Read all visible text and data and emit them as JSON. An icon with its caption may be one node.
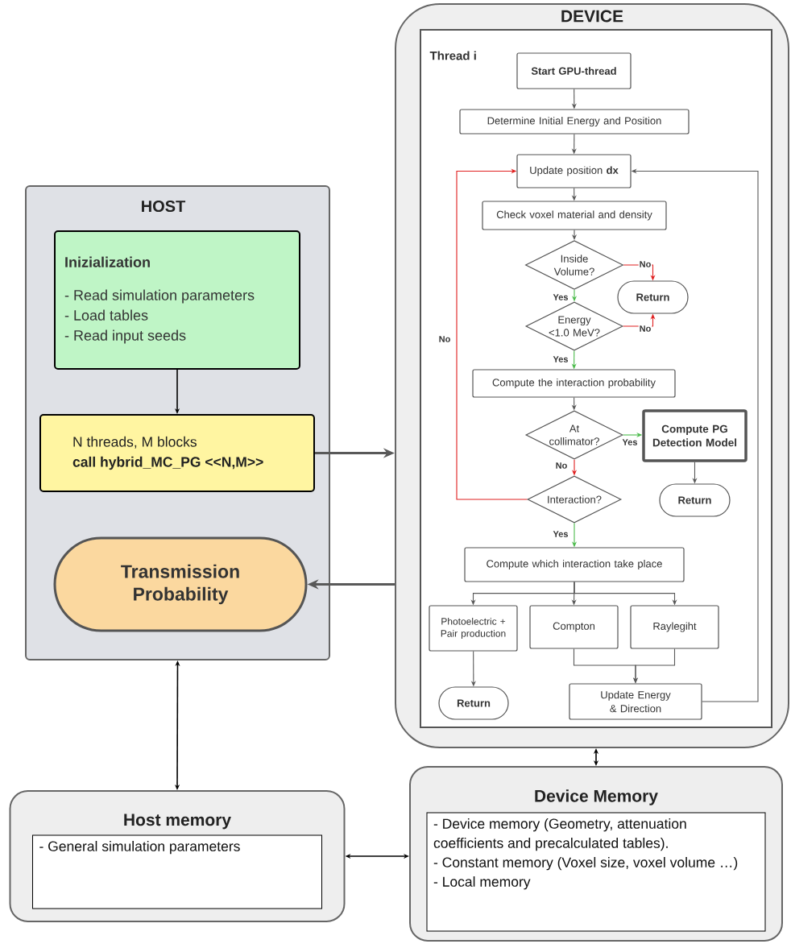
{
  "diagram": {
    "nodes": [
      {
        "text": [
          "HOST"
        ]
      },
      {
        "text": [
          "Inizialization",
          "- Read simulation parameters",
          "- Load tables",
          "- Read input seeds"
        ],
        "in": 0
      },
      {
        "text": [
          "N threads, M blocks",
          "call hybrid_MC_PG <<N,M>>"
        ],
        "in": 0
      },
      {
        "text": [
          "Transmission Probability"
        ],
        "in": 0
      },
      {
        "text": [
          "DEVICE"
        ]
      },
      {
        "text": [
          "Thread i"
        ],
        "in": 4
      },
      {
        "text": [
          "Start GPU-thread"
        ],
        "in": 5
      },
      {
        "text": [
          "Determine Initial Energy and Position"
        ],
        "in": 5
      },
      {
        "text": [
          "Update position **dx**"
        ],
        "in": 5
      },
      {
        "text": [
          "Check voxel material and density"
        ],
        "in": 5
      },
      {
        "text": [
          "Inside Volume?"
        ],
        "in": 5
      },
      {
        "text": [
          "Return"
        ],
        "in": 5
      },
      {
        "text": [
          "Energy <1.0 MeV?"
        ],
        "in": 5
      },
      {
        "text": [
          "Compute the interaction probability"
        ],
        "in": 5
      },
      {
        "text": [
          "At collimator?"
        ],
        "in": 5
      },
      {
        "text": [
          "Compute PG Detection Model"
        ],
        "in": 5
      },
      {
        "text": [
          "Return"
        ],
        "in": 5
      },
      {
        "text": [
          "Interaction?"
        ],
        "in": 5
      },
      {
        "text": [
          "Compute which interaction take place"
        ],
        "in": 5
      },
      {
        "text": [
          "Photoelectric + Pair production"
        ],
        "in": 5
      },
      {
        "text": [
          "Compton"
        ],
        "in": 5
      },
      {
        "text": [
          "Raylegiht"
        ],
        "in": 5
      },
      {
        "text": [
          "Return"
        ],
        "in": 5
      },
      {
        "text": [
          "Update Energy & Direction"
        ],
        "in": 5
      },
      {
        "text": [
          "Host memory"
        ]
      },
      {
        "text": [
          "- General simulation parameters"
        ],
        "in": 24
      },
      {
        "text": [
          "Device Memory"
        ]
      },
      {
        "text": [
          "- Device memory (Geometry, attenuation coefficients and precalculated tables).",
          "- Constant memory (Voxel size, voxel volume …)",
          "- Local memory"
        ],
        "in": 26
      }
    ],
    "edges": [
      {
        "from": 1,
        "to": 2,
        "arrow": "to",
        "color": "#000000"
      },
      {
        "from": 2,
        "to": 4,
        "arrow": "to",
        "style": "thick"
      },
      {
        "from": 4,
        "to": 3,
        "arrow": "to",
        "style": "thick"
      },
      {
        "from": 0,
        "to": 24,
        "arrow": "both",
        "color": "#000000"
      },
      {
        "from": 4,
        "to": 26,
        "arrow": "both",
        "color": "#000000"
      },
      {
        "from": 24,
        "to": 26,
        "arrow": "both",
        "color": "#000000"
      },
      {
        "from": 6,
        "to": 7,
        "arrow": "to"
      },
      {
        "from": 7,
        "to": 8,
        "arrow": "to"
      },
      {
        "from": 8,
        "to": 9,
        "arrow": "to"
      },
      {
        "from": 9,
        "to": 10,
        "arrow": "to"
      },
      {
        "from": 10,
        "to": 11,
        "arrow": "to",
        "label": "No",
        "color": "#e02020"
      },
      {
        "from": 10,
        "to": 12,
        "arrow": "to",
        "label": "Yes",
        "color": "#4cbb4c"
      },
      {
        "from": 12,
        "to": 11,
        "arrow": "to",
        "label": "No",
        "color": "#e02020"
      },
      {
        "from": 12,
        "to": 13,
        "arrow": "to",
        "label": "Yes",
        "color": "#4cbb4c"
      },
      {
        "from": 13,
        "to": 14,
        "arrow": "to"
      },
      {
        "from": 14,
        "to": 15,
        "arrow": "to",
        "label": "Yes",
        "color": "#4cbb4c"
      },
      {
        "from": 14,
        "to": 17,
        "arrow": "to",
        "label": "No",
        "color": "#e02020"
      },
      {
        "from": 17,
        "to": 8,
        "arrow": "to",
        "label": "No",
        "color": "#e02020"
      },
      {
        "from": 17,
        "to": 18,
        "arrow": "to",
        "label": "Yes",
        "color": "#4cbb4c"
      },
      {
        "from": 18,
        "to": 19,
        "arrow": "to"
      },
      {
        "from": 18,
        "to": 20,
        "arrow": "to"
      },
      {
        "from": 18,
        "to": 21,
        "arrow": "to"
      },
      {
        "from": 15,
        "to": 16,
        "arrow": "to"
      },
      {
        "from": 19,
        "to": 22,
        "arrow": "to"
      },
      {
        "from": 20,
        "to": 23,
        "arrow": "to"
      },
      {
        "from": 21,
        "to": 23,
        "arrow": "to"
      },
      {
        "from": 23,
        "to": 8,
        "arrow": "to"
      }
    ]
  }
}
